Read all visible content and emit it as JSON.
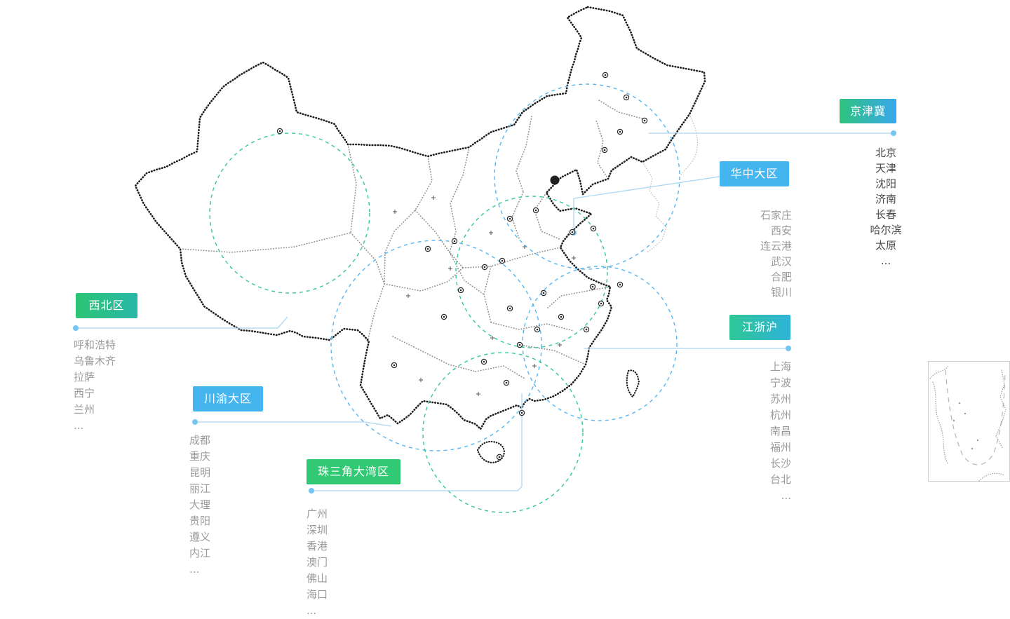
{
  "page": {
    "background": "#ffffff",
    "connector_color": "#a9d7f3",
    "circle_colors": {
      "blue": "#57b6f2",
      "green": "#35ca8c"
    },
    "city_text_color": "#9b9b9b",
    "city_text_color_dark": "#4a4a4a"
  },
  "regions": [
    {
      "id": "xibei",
      "label": "西北区",
      "badge_color": [
        "#2bc475",
        "#2ab8a8"
      ],
      "cities": [
        "呼和浩特",
        "乌鲁木齐",
        "拉萨",
        "西宁",
        "兰州",
        "..."
      ]
    },
    {
      "id": "chuanyu",
      "label": "川渝大区",
      "badge_color": "#45b5f0",
      "cities": [
        "成都",
        "重庆",
        "昆明",
        "丽江",
        "大理",
        "贵阳",
        "遵义",
        "内江",
        "..."
      ]
    },
    {
      "id": "zhusanjiao",
      "label": "珠三角大湾区",
      "badge_color": "#31c973",
      "cities": [
        "广州",
        "深圳",
        "香港",
        "澳门",
        "佛山",
        "海口",
        "..."
      ]
    },
    {
      "id": "jingjinji",
      "label": "京津冀",
      "badge_color": [
        "#2ec27e",
        "#38a8ec"
      ],
      "cities": [
        "北京",
        "天津",
        "沈阳",
        "济南",
        "长春",
        "哈尔滨",
        "太原",
        "..."
      ]
    },
    {
      "id": "huazhong",
      "label": "华中大区",
      "badge_color": "#45b5f0",
      "cities": [
        "石家庄",
        "西安",
        "连云港",
        "武汉",
        "合肥",
        "银川"
      ]
    },
    {
      "id": "jiangzhehu",
      "label": "江浙沪",
      "badge_color": [
        "#2dc795",
        "#2fb3d9"
      ],
      "cities": [
        "上海",
        "宁波",
        "苏州",
        "杭州",
        "南昌",
        "福州",
        "长沙",
        "台北",
        "..."
      ]
    }
  ]
}
